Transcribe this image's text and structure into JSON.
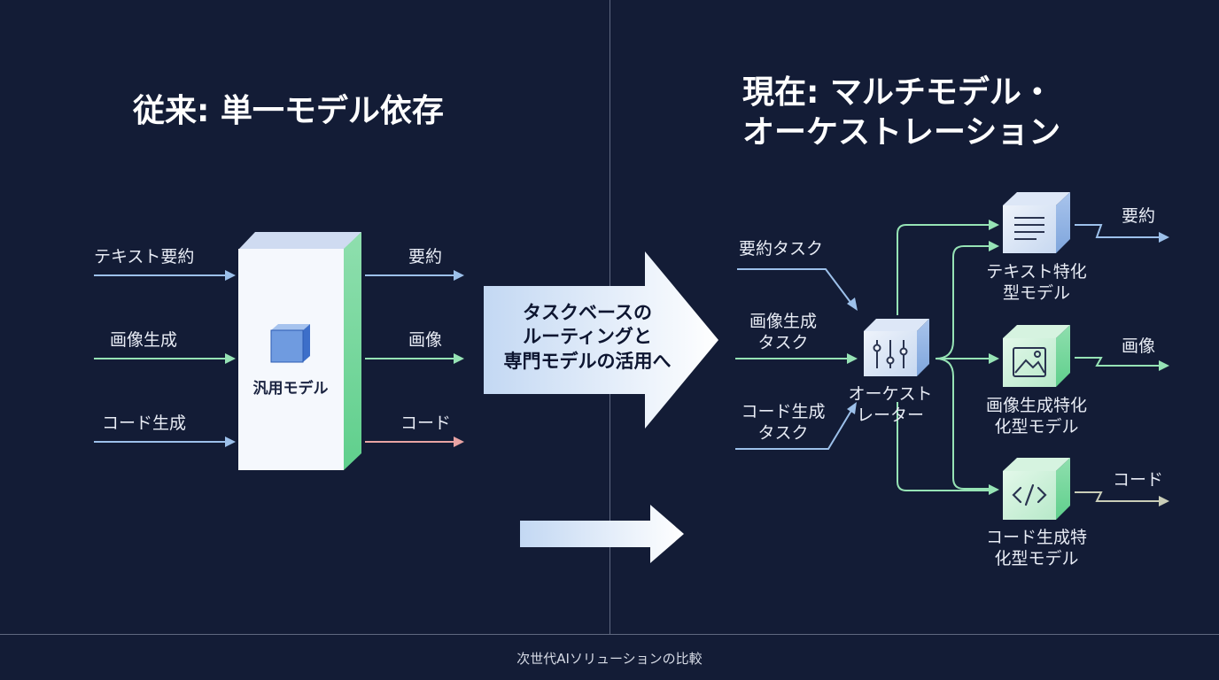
{
  "left": {
    "title": "従来: 単一モデル依存",
    "inputs": [
      "テキスト要約",
      "画像生成",
      "コード生成"
    ],
    "model_label": "汎用モデル",
    "outputs": [
      "要約",
      "画像",
      "コード"
    ]
  },
  "middle": {
    "arrow_text": [
      "タスクベースの",
      "ルーティングと",
      "専門モデルの活用へ"
    ]
  },
  "right": {
    "title_line1": "現在: マルチモデル・",
    "title_line2": "オーケストレーション",
    "inputs": [
      {
        "line1": "要約タスク",
        "line2": ""
      },
      {
        "line1": "画像生成",
        "line2": "タスク"
      },
      {
        "line1": "コード生成",
        "line2": "タスク"
      }
    ],
    "orchestrator": {
      "line1": "オーケスト",
      "line2": "レーター"
    },
    "models": [
      {
        "line1": "テキスト特化",
        "line2": "型モデル",
        "icon": "document-icon",
        "output": "要約"
      },
      {
        "line1": "画像生成特化",
        "line2": "化型モデル",
        "icon": "image-icon",
        "output": "画像"
      },
      {
        "line1": "コード生成特",
        "line2": "化型モデル",
        "icon": "code-icon",
        "output": "コード"
      }
    ]
  },
  "footer": "次世代AIソリューションの比較",
  "colors": {
    "background": "#131c36",
    "blue_arrow": "#9cc0ea",
    "green_arrow": "#96e3b5",
    "red_arrow": "#e8a3a3",
    "mint_box": "#c9f0d8"
  }
}
